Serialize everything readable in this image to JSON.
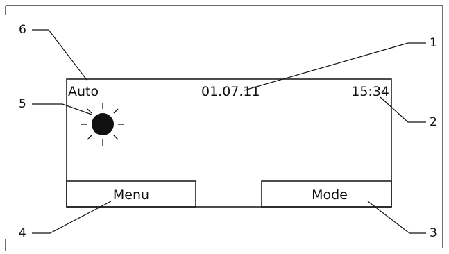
{
  "display": {
    "mode_text": "Auto",
    "date_text": "01.07.11",
    "time_text": "15:34",
    "weather_icon": "sun-icon",
    "left_button_label": "Menu",
    "right_button_label": "Mode"
  },
  "callouts": {
    "c1": "1",
    "c2": "2",
    "c3": "3",
    "c4": "4",
    "c5": "5",
    "c6": "6"
  },
  "colors": {
    "ink": "#111111",
    "background": "#ffffff"
  }
}
